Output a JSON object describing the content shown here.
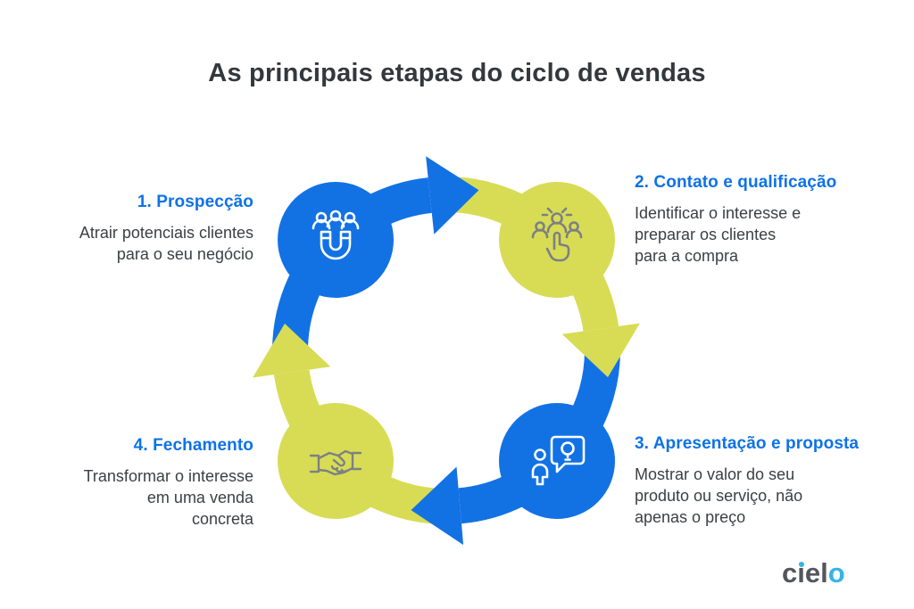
{
  "title": "As principais etapas do ciclo de vendas",
  "colors": {
    "blue": "#1272E4",
    "yellow": "#D8DC55",
    "icon_white": "#FFFFFF",
    "icon_gray": "#7C8084",
    "heading_blue": "#0E72E8",
    "text_dark": "#3C4043",
    "title_dark": "#33383C",
    "logo_gray": "#54565B",
    "logo_cyan": "#35B4E5"
  },
  "stages": [
    {
      "heading": "1. Prospecção",
      "lines": [
        "Atrair potenciais clientes",
        "para o seu negócio"
      ]
    },
    {
      "heading": "2. Contato e qualificação",
      "lines": [
        "Identificar o interesse e",
        "preparar os clientes",
        "para a compra"
      ]
    },
    {
      "heading": "3. Apresentação e proposta",
      "lines": [
        "Mostrar o valor do seu",
        "produto ou serviço, não",
        "apenas o preço"
      ]
    },
    {
      "heading": "4. Fechamento",
      "lines": [
        "Transformar o interesse",
        "em uma venda",
        "concreta"
      ]
    }
  ],
  "diagram": {
    "direction": "clockwise",
    "nodes": [
      {
        "icon": "magnet-people-icon",
        "color": "#1272E4"
      },
      {
        "icon": "select-person-icon",
        "color": "#D8DC55"
      },
      {
        "icon": "presentation-bulb-icon",
        "color": "#1272E4"
      },
      {
        "icon": "handshake-icon",
        "color": "#D8DC55"
      }
    ]
  },
  "logo": {
    "prefix": "c",
    "letter_i": "i",
    "middle": "el",
    "accent_o": "o"
  }
}
